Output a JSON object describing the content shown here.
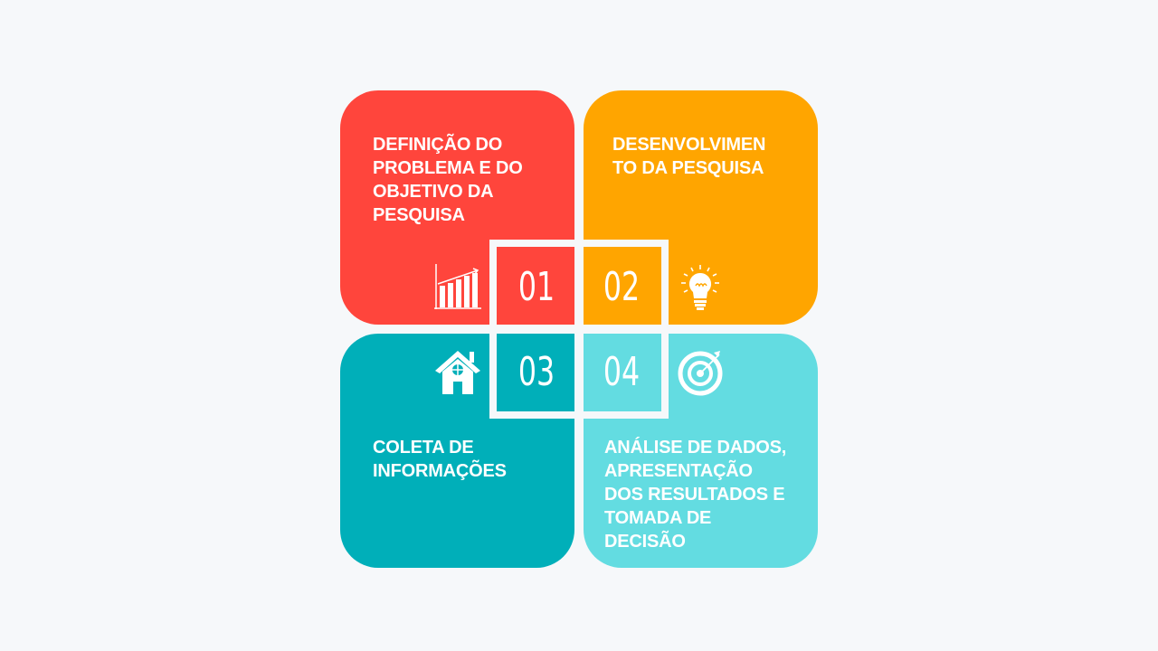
{
  "diagram": {
    "steps": [
      {
        "number": "01",
        "label": "DEFINIÇÃO DO PROBLEMA E DO OBJETIVO DA PESQUISA",
        "lines": [
          "DEFINIÇÃO DO",
          "PROBLEMA E DO",
          "OBJETIVO DA",
          "PESQUISA"
        ],
        "icon": "bar-chart-growth-icon",
        "color": "#ff453c"
      },
      {
        "number": "02",
        "label": "DESENVOLVIMENTO DA PESQUISA",
        "lines": [
          "DESENVOLVIMEN",
          "TO DA PESQUISA"
        ],
        "icon": "light-bulb-icon",
        "color": "#ffa500"
      },
      {
        "number": "03",
        "label": "COLETA DE INFORMAÇÕES",
        "lines": [
          "COLETA DE",
          "INFORMAÇÕES"
        ],
        "icon": "house-icon",
        "color": "#00afb9"
      },
      {
        "number": "04",
        "label": "ANÁLISE DE DADOS, APRESENTAÇÃO DOS RESULTADOS E TOMADA DE DECISÃO",
        "lines": [
          "ANÁLISE DE DADOS,",
          "APRESENTAÇÃO",
          "DOS RESULTADOS E",
          "TOMADA DE",
          "DECISÃO"
        ],
        "icon": "target-icon",
        "color": "#63dce1"
      }
    ],
    "background": "#f6f8fa"
  }
}
